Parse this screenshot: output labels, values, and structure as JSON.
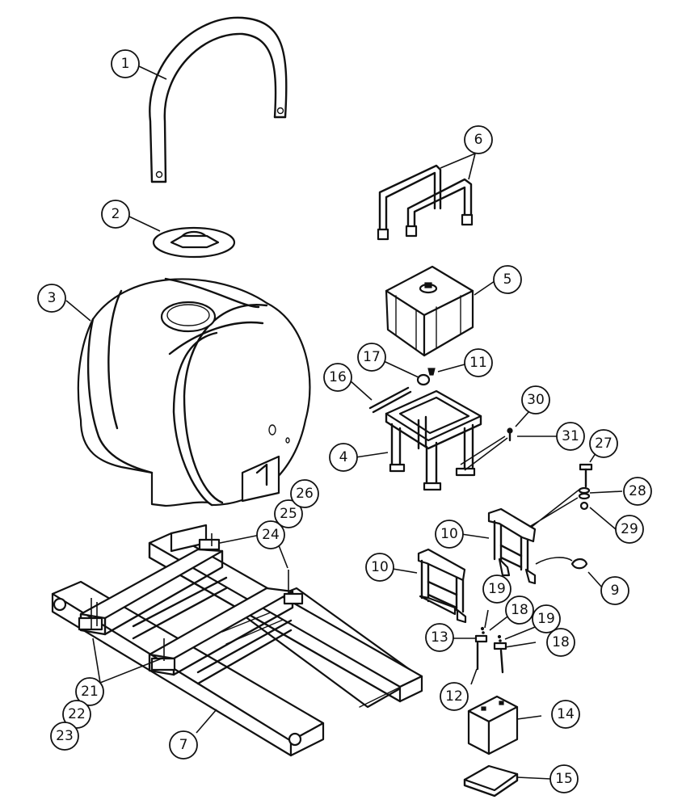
{
  "callouts": [
    {
      "id": "c1",
      "label": "1"
    },
    {
      "id": "c2",
      "label": "2"
    },
    {
      "id": "c3",
      "label": "3"
    },
    {
      "id": "c4",
      "label": "4"
    },
    {
      "id": "c5",
      "label": "5"
    },
    {
      "id": "c6",
      "label": "6"
    },
    {
      "id": "c7",
      "label": "7"
    },
    {
      "id": "c9",
      "label": "9"
    },
    {
      "id": "c10a",
      "label": "10"
    },
    {
      "id": "c10b",
      "label": "10"
    },
    {
      "id": "c11",
      "label": "11"
    },
    {
      "id": "c12",
      "label": "12"
    },
    {
      "id": "c13",
      "label": "13"
    },
    {
      "id": "c14",
      "label": "14"
    },
    {
      "id": "c15",
      "label": "15"
    },
    {
      "id": "c16",
      "label": "16"
    },
    {
      "id": "c17",
      "label": "17"
    },
    {
      "id": "c18a",
      "label": "18"
    },
    {
      "id": "c18b",
      "label": "18"
    },
    {
      "id": "c19a",
      "label": "19"
    },
    {
      "id": "c19b",
      "label": "19"
    },
    {
      "id": "c21",
      "label": "21"
    },
    {
      "id": "c22",
      "label": "22"
    },
    {
      "id": "c23",
      "label": "23"
    },
    {
      "id": "c24",
      "label": "24"
    },
    {
      "id": "c25",
      "label": "25"
    },
    {
      "id": "c26",
      "label": "26"
    },
    {
      "id": "c27",
      "label": "27"
    },
    {
      "id": "c28",
      "label": "28"
    },
    {
      "id": "c29",
      "label": "29"
    },
    {
      "id": "c30",
      "label": "30"
    },
    {
      "id": "c31",
      "label": "31"
    }
  ]
}
